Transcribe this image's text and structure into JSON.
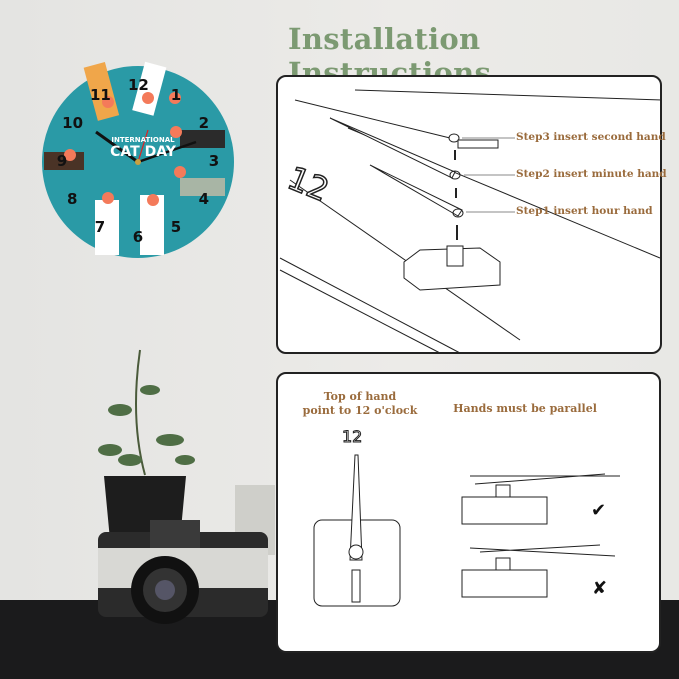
{
  "title": "Installation Instructions",
  "clock": {
    "brand_line1": "INTERNATIONAL",
    "brand_line2": "CAT DAY",
    "numbers": [
      "12",
      "1",
      "2",
      "3",
      "4",
      "5",
      "6",
      "7",
      "8",
      "9",
      "10",
      "11"
    ],
    "face_color": "#2a9aa6"
  },
  "diagram_top": {
    "big_number": "12",
    "steps": [
      "Step3 insert second hand",
      "Step2 insert minute hand",
      "Step1 insert hour hand"
    ]
  },
  "diagram_bottom": {
    "left_note_line1": "Top of hand",
    "left_note_line2": "point to 12 o'clock",
    "right_note": "Hands must be parallel",
    "number": "12",
    "correct_mark": "✔",
    "wrong_mark": "✘"
  }
}
